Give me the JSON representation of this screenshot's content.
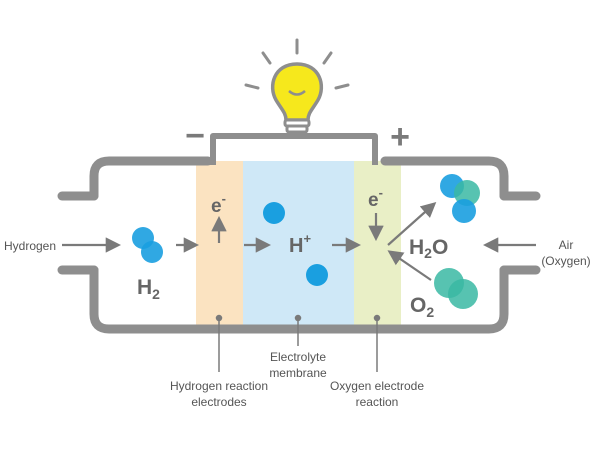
{
  "colors": {
    "frame": "#8e8e8e",
    "anode_band": "#fbe3c1",
    "membrane_band": "#cfe8f7",
    "cathode_band": "#e9efc6",
    "h2_molecule": "#1a9fe0",
    "h_ion": "#1a9fe0",
    "o2_molecule": "#3ab8a3",
    "bulb": "#f6e81c",
    "arrow": "#7a7a7a",
    "text": "#555555",
    "chem_text": "#666666"
  },
  "icons": {
    "bulb": "light-bulb-icon",
    "negative_terminal": "minus-sign-icon",
    "positive_terminal": "plus-sign-icon"
  },
  "terminals": {
    "negative": "−",
    "positive": "+"
  },
  "inputs": {
    "left": "Hydrogen",
    "right_line1": "Air",
    "right_line2": "(Oxygen)"
  },
  "species": {
    "h2_main": "H",
    "h2_sub": "2",
    "electron_main": "e",
    "electron_sup": "-",
    "proton_main": "H",
    "proton_sup": "+",
    "water_h": "H",
    "water_sub": "2",
    "water_o": "O",
    "o2_main": "O",
    "o2_sub": "2"
  },
  "callouts": {
    "anode": [
      "Hydrogen reaction",
      "electrodes"
    ],
    "membrane": [
      "Electrolyte",
      "membrane"
    ],
    "cathode": [
      "Oxygen electrode",
      "reaction"
    ]
  }
}
